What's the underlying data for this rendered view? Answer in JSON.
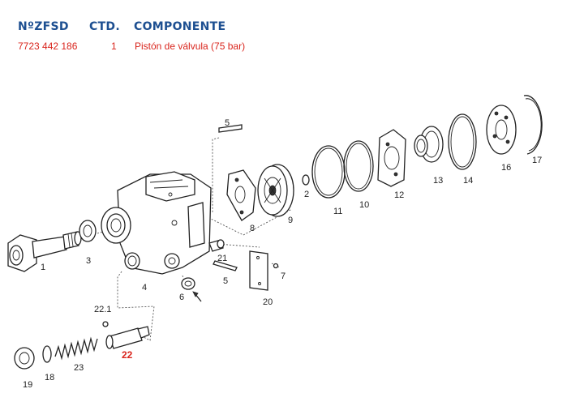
{
  "header": {
    "col_part_no": "NºZFSD",
    "col_qty": "CTD.",
    "col_component": "COMPONENTE"
  },
  "row": {
    "part_no": "7723 442 186",
    "qty": "1",
    "component": "Pistón de válvula (75 bar)"
  },
  "labels": {
    "p1": "1",
    "p2": "2",
    "p3": "3",
    "p4": "4",
    "p5a": "5",
    "p5b": "5",
    "p6": "6",
    "p7": "7",
    "p8": "8",
    "p9": "9",
    "p10": "10",
    "p11": "11",
    "p12": "12",
    "p13": "13",
    "p14": "14",
    "p16": "16",
    "p17": "17",
    "p18": "18",
    "p19": "19",
    "p20": "20",
    "p21": "21",
    "p22": "22",
    "p221": "22.1",
    "p23": "23"
  },
  "colors": {
    "header_blue": "#1d4f91",
    "highlight_red": "#d9241c"
  }
}
